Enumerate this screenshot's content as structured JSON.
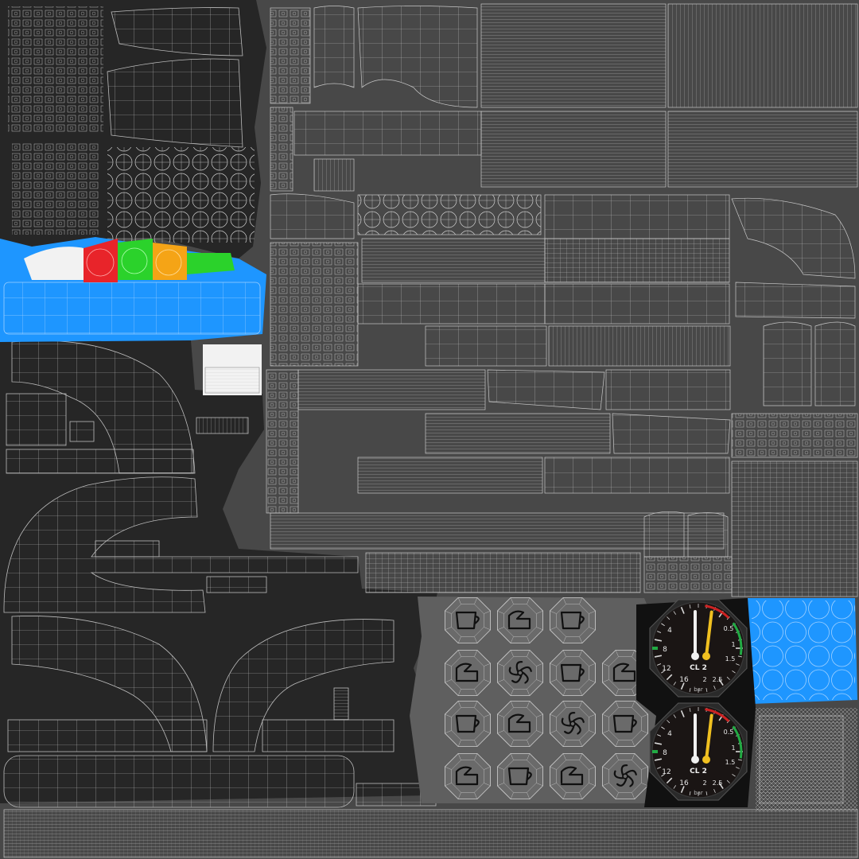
{
  "colors": {
    "background": "#484848",
    "island_dark": "#262626",
    "panel_grey": "#5a5a5a",
    "wire": "#c8c8c8",
    "blue": "#1e96ff",
    "red": "#e8242a",
    "green": "#2bd22b",
    "orange": "#f5a416",
    "white": "#f2f2f2",
    "needle_white": "#f0f0f0",
    "needle_yellow": "#f0c020",
    "gauge_red_arc": "#cc2222",
    "gauge_green_arc": "#22aa44"
  },
  "gauges": [
    {
      "name": "gauge-top",
      "label": "CL 2",
      "unit": "bar",
      "scale_left": [
        "4",
        "8",
        "12",
        "16"
      ],
      "scale_right": [
        "0.5",
        "1",
        "1.5",
        "2",
        "2.5"
      ],
      "white_needle_deg": 0,
      "yellow_needle_deg": 8
    },
    {
      "name": "gauge-bottom",
      "label": "CL 2",
      "unit": "bar",
      "scale_left": [
        "4",
        "8",
        "12",
        "16"
      ],
      "scale_right": [
        "0.5",
        "1",
        "1.5",
        "2",
        "2.5"
      ],
      "white_needle_deg": 0,
      "yellow_needle_deg": 8
    }
  ],
  "icons": [
    "cup-icon",
    "swirl-icon",
    "cup-icon",
    "",
    "swirl-icon",
    "propeller-icon",
    "cup-icon",
    "swirl-icon",
    "cup-icon",
    "swirl-icon",
    "propeller-icon",
    "cup-icon",
    "swirl-icon",
    "cup-icon",
    "swirl-icon",
    "propeller-icon"
  ]
}
